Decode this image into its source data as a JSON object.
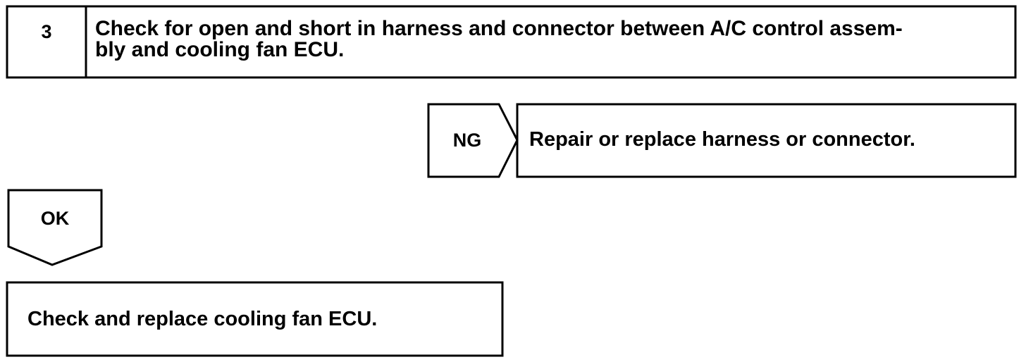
{
  "step": {
    "number": "3",
    "title_lines": [
      "Check for open and short in harness and connector between A/C control assem-",
      "bly and cooling fan ECU."
    ]
  },
  "ng_branch": {
    "label": "NG",
    "action": "Repair or replace harness or connector."
  },
  "ok_branch": {
    "label": "OK",
    "action": "Check and replace cooling fan ECU."
  }
}
